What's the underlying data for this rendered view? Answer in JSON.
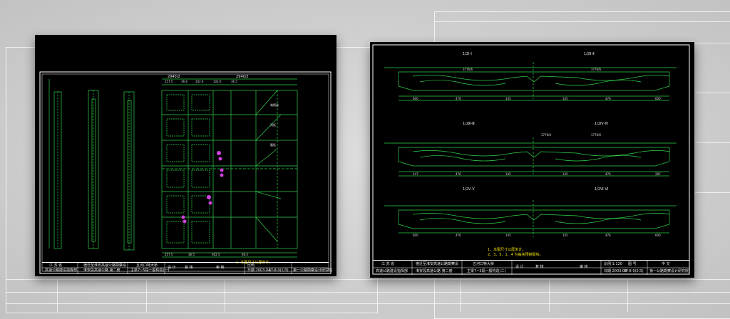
{
  "colors": {
    "drawing_line": "#2fd04a",
    "border": "#ffffff",
    "note_text": "#f5e000",
    "highlight": "#d040e0"
  },
  "left_sheet": {
    "top_dims": [
      "2940/2",
      "2940/2"
    ],
    "note": "1. 本图尺寸以厘米计。",
    "title_block": {
      "org_a": "江 苏 省",
      "org_b": "高速公路建设指挥部",
      "project_a": "宿迁至淮安高速公路勘察设",
      "project_b": "淮安段高速公路 第二册",
      "bridge": "五河口特大桥",
      "drawing": "主梁7~5段一般构造(一)",
      "designed": "设 计",
      "checked": "复 核",
      "reviewed": "审 核",
      "scale_label": "比例",
      "date": "日期 2003.04",
      "number": "SY-8-9(1/3)",
      "institute": "第一公路勘察设计研究院"
    }
  },
  "right_sheet": {
    "section_titles": [
      "1/2Ⅰ-Ⅰ",
      "1/2Ⅱ-Ⅱ",
      "1/2Ⅲ-Ⅲ",
      "1/2Ⅳ-Ⅳ",
      "1/2Ⅴ-Ⅴ",
      "1/2Ⅵ-Ⅵ"
    ],
    "notes": [
      "1、本图尺寸以厘米计。",
      "2、3、5、1、4 为每块预制梁块。"
    ],
    "title_block": {
      "org_a": "江 苏 省",
      "org_b": "高速公路建设指挥部",
      "project_a": "宿迁至淮安高速公路勘察设",
      "project_b": "淮安段高速公路 第二册",
      "bridge": "五河口特大桥",
      "drawing": "主梁7~5段一般构造(二)",
      "designed": "设 计",
      "checked": "复 核",
      "reviewed": "审 核",
      "scale": "比例 1:120",
      "date": "日期 2003.04",
      "number_label": "图 号",
      "number": "SY-8-9(2/3)",
      "institute_a": "中 交",
      "institute_b": "第一公路勘察设计研究院"
    }
  }
}
